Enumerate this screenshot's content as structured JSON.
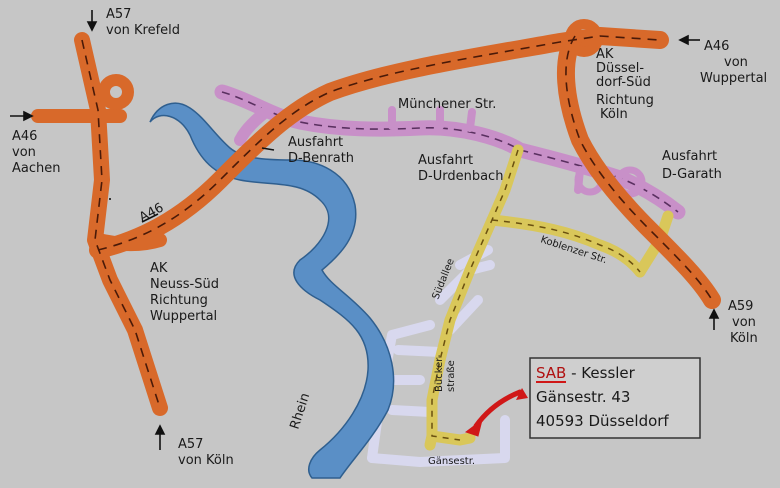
{
  "labels": {
    "a57_north": [
      "A57",
      "von Krefeld"
    ],
    "a46_west": [
      "A46",
      "von",
      "Aachen"
    ],
    "a46_mid": "A46",
    "ak_neuss": [
      "AK",
      "Neuss-Süd",
      "Richtung",
      "Wuppertal"
    ],
    "a57_south": [
      "A57",
      "von Köln"
    ],
    "ausfahrt_benrath": [
      "Ausfahrt",
      "D-Benrath"
    ],
    "muenchener": "Münchener Str.",
    "ausfahrt_urdenbach": [
      "Ausfahrt",
      "D-Urdenbach"
    ],
    "ak_duesseldorf": [
      "AK",
      "Düssel-",
      "dorf-Süd",
      "Richtung",
      "Köln"
    ],
    "a46_east": [
      "A46",
      "von",
      "Wuppertal"
    ],
    "ausfahrt_garath": [
      "Ausfahrt",
      "D-Garath"
    ],
    "koblenzer": "Koblenzer Str.",
    "suedallee": "Südallee",
    "a59": [
      "A59",
      "von",
      "Köln"
    ],
    "rhein": "Rhein",
    "bueckerstrasse": [
      "Bücker-",
      "straße"
    ],
    "gaensestr": "Gänsestr."
  },
  "address": {
    "company_prefix": "SAB",
    "company_rest": " - Kessler",
    "street": "Gänsestr. 43",
    "city": "40593 Düsseldorf"
  },
  "colors": {
    "background": "#c6c6c6",
    "autobahn": "#d8692a",
    "main_road": "#c890c8",
    "local_road": "#d9c75a",
    "river": "#5a8fc6",
    "side_street": "#d7d7ec",
    "marker": "#d01818"
  }
}
